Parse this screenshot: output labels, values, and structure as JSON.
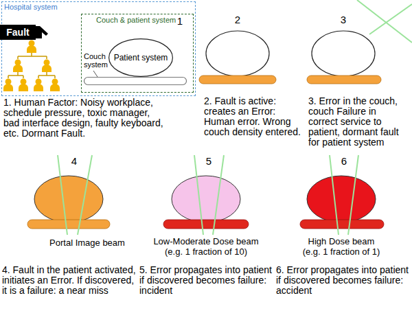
{
  "diagram": {
    "nodes": [
      {
        "text": [
          "Hospital system"
        ]
      },
      {
        "text": [
          "Fault"
        ],
        "in": 0
      },
      {
        "text": [
          "Couch & patient system"
        ],
        "in": 0
      },
      {
        "text": [
          "Patient system"
        ],
        "in": 2
      },
      {
        "text": [
          "Couch system"
        ],
        "in": 2
      }
    ],
    "labels": [
      "1",
      "1. Human Factor: Noisy workplace, schedule pressure, toxic manager, bad interface design, faulty keyboard, etc. Dormant Fault.",
      "2",
      "2. Fault is active: creates an Error: Human error. Wrong couch density entered.",
      "3",
      "3. Error in the couch, couch Failure in correct service to patient, dormant fault for patient system",
      "4",
      "Portal Image beam",
      "4. Fault in the patient activated, initiates an Error. If discovered, it is a failure: a near miss",
      "5",
      "Low-Moderate Dose beam (e.g. 1 fraction of 10)",
      "5. Error propagates into patient if discovered becomes failure: incident",
      "6",
      "High Dose beam (e.g. 1 fraction of 1)",
      "6. Error propagates into patient if discovered becomes failure: accident"
    ]
  }
}
